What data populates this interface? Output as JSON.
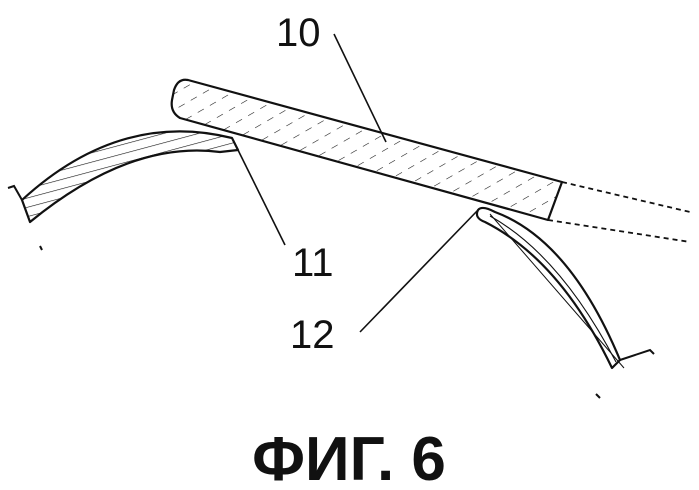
{
  "figure": {
    "caption": "ФИГ. 6",
    "labels": {
      "ref_10": "10",
      "ref_11": "11",
      "ref_12": "12"
    },
    "colors": {
      "ink": "#111111",
      "background": "#ffffff"
    }
  }
}
